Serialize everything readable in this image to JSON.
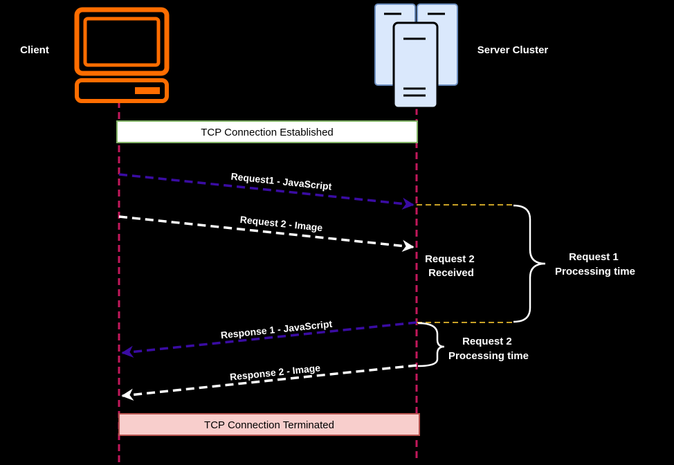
{
  "actors": {
    "client": "Client",
    "server": "Server Cluster"
  },
  "connection": {
    "established": "TCP Connection Established",
    "terminated": "TCP Connection Terminated"
  },
  "messages": {
    "request1": "Request1 -  JavaScript",
    "request2": "Request 2 -  Image",
    "response1": "Response 1 -  JavaScript",
    "response2": "Response 2 -  Image"
  },
  "annotations": {
    "request2_received": [
      "Request 2",
      "Received"
    ],
    "request1_processing": [
      "Request 1",
      "Processing time"
    ],
    "request2_processing": [
      "Request 2",
      "Processing time"
    ]
  },
  "colors": {
    "background": "#000000",
    "lifeline": "#c2185b",
    "client_icon": "#ff6d00",
    "server_icon_fill": "#dae8fc",
    "server_icon_stroke": "#6c8ebf",
    "purple_arrow": "#3a0ca3",
    "white_arrow": "#ffffff",
    "dashed_guide": "#c9a227",
    "established_border": "#82b366",
    "terminated_fill": "#f8cecc",
    "terminated_border": "#b85450"
  },
  "icons": {
    "client": "computer-monitor-icon",
    "server": "server-cluster-icon"
  }
}
